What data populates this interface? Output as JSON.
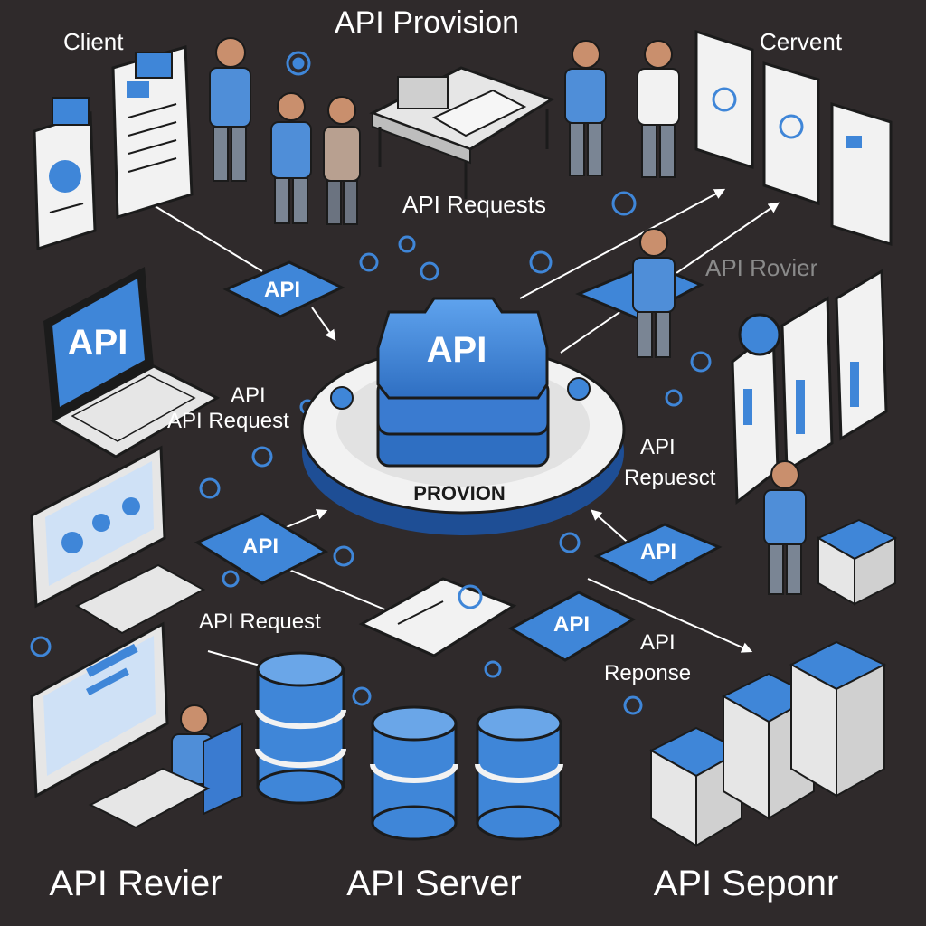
{
  "labels": {
    "title": "API Provision",
    "client": "Client",
    "cervent": "Cervent",
    "api_requests": "API Requests",
    "api_rovier": "API Rovier",
    "api_left": "API",
    "api_request_left": "API Request",
    "api_request_right_1": "API",
    "api_request_right_2": "Repuesct",
    "api_request_bottom": "API Request",
    "api_reponse_1": "API",
    "api_reponse_2": "Reponse",
    "hub_api": "API",
    "hub_provion": "PROVION",
    "laptop_api": "API",
    "card_api": "API",
    "footer_left": "API Revier",
    "footer_mid": "API Server",
    "footer_right": "API Seponr"
  },
  "colors": {
    "background": "#2f2a2b",
    "accent_blue": "#3f86d8",
    "light_blue": "#6aa6e8",
    "paper": "#f2f2f2",
    "outline": "#1b1b1b"
  },
  "icons": [
    "person-icon",
    "document-icon",
    "laptop-icon",
    "monitor-icon",
    "database-icon",
    "server-icon",
    "gear-icon",
    "desk-icon",
    "swirl-icon"
  ]
}
